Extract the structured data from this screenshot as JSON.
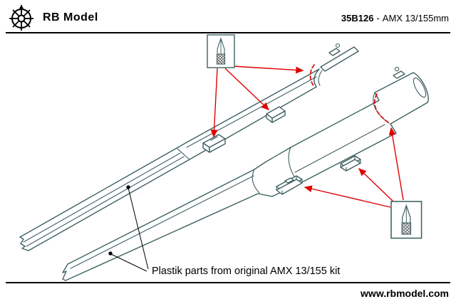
{
  "header": {
    "brand": "RB Model",
    "product_code": "35B126",
    "product_separator": "-",
    "product_name": "AMX 13/155mm"
  },
  "footer": {
    "website": "www.rbmodel.com"
  },
  "diagram": {
    "caption": "Plastik parts from original AMX 13/155 kit",
    "parts": [
      "upper sleeve rail from original kit",
      "main gun barrel from original kit"
    ],
    "icons": {
      "logo": "ship-wheel-icon",
      "cut_marker": "knife-icon"
    },
    "colors": {
      "line": "#3f6060",
      "arrow": "#e00000",
      "text": "#000000"
    }
  }
}
